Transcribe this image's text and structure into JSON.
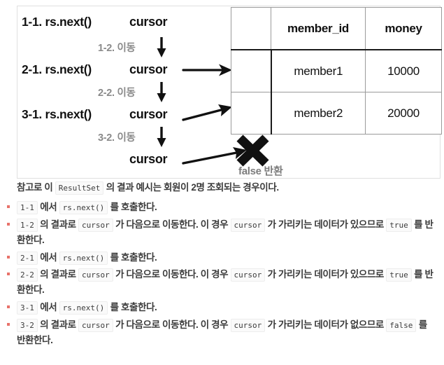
{
  "figure": {
    "steps": [
      {
        "label": "1-1. rs.next()"
      },
      {
        "label": "2-1. rs.next()"
      },
      {
        "label": "3-1. rs.next()"
      }
    ],
    "moves": [
      {
        "label": "1-2. 이동"
      },
      {
        "label": "2-2. 이동"
      },
      {
        "label": "3-2. 이동"
      }
    ],
    "cursor_labels": [
      "cursor",
      "cursor",
      "cursor",
      "cursor"
    ],
    "false_return_label": "false 반환",
    "x_mark_icon": "x-mark-icon",
    "down_arrow_icon": "down-arrow-icon",
    "right_arrow_icon": "right-arrow-icon",
    "colors": {
      "gray_text": "#8a8a8a",
      "black_text": "#111111",
      "border": "#e0e0e0",
      "table_border": "#9a9a9a",
      "table_heavy_border": "#1a1a1a",
      "bullet": "#e8726a"
    }
  },
  "table": {
    "headers": [
      "",
      "member_id",
      "money"
    ],
    "rows": [
      [
        "",
        "member1",
        "10000"
      ],
      [
        "",
        "member2",
        "20000"
      ]
    ]
  },
  "prose": {
    "intro": {
      "before": "참고로 이",
      "code": "ResultSet",
      "after": "의 결과 예시는 회원이 2명 조회되는 경우이다."
    },
    "bullets": [
      {
        "parts": [
          {
            "type": "code",
            "text": "1-1"
          },
          {
            "type": "text",
            "text": "에서"
          },
          {
            "type": "code",
            "text": "rs.next()"
          },
          {
            "type": "text",
            "text": "를 호출한다."
          }
        ]
      },
      {
        "parts": [
          {
            "type": "code",
            "text": "1-2"
          },
          {
            "type": "text",
            "text": "의 결과로"
          },
          {
            "type": "code",
            "text": "cursor"
          },
          {
            "type": "text",
            "text": "가 다음으로 이동한다. 이 경우"
          },
          {
            "type": "code",
            "text": "cursor"
          },
          {
            "type": "text",
            "text": "가 가리키는 데이터가 있으므로"
          },
          {
            "type": "code",
            "text": "true"
          },
          {
            "type": "text",
            "text": "를 반환한다."
          }
        ]
      },
      {
        "parts": [
          {
            "type": "code",
            "text": "2-1"
          },
          {
            "type": "text",
            "text": "에서"
          },
          {
            "type": "code",
            "text": "rs.next()"
          },
          {
            "type": "text",
            "text": "를 호출한다."
          }
        ]
      },
      {
        "parts": [
          {
            "type": "code",
            "text": "2-2"
          },
          {
            "type": "text",
            "text": "의 결과로"
          },
          {
            "type": "code",
            "text": "cursor"
          },
          {
            "type": "text",
            "text": "가 다음으로 이동한다. 이 경우"
          },
          {
            "type": "code",
            "text": "cursor"
          },
          {
            "type": "text",
            "text": "가 가리키는 데이터가 있으므로"
          },
          {
            "type": "code",
            "text": "true"
          },
          {
            "type": "text",
            "text": "를 반환한다."
          }
        ]
      },
      {
        "parts": [
          {
            "type": "code",
            "text": "3-1"
          },
          {
            "type": "text",
            "text": "에서"
          },
          {
            "type": "code",
            "text": "rs.next()"
          },
          {
            "type": "text",
            "text": "를 호출한다."
          }
        ]
      },
      {
        "parts": [
          {
            "type": "code",
            "text": "3-2"
          },
          {
            "type": "text",
            "text": "의 결과로"
          },
          {
            "type": "code",
            "text": "cursor"
          },
          {
            "type": "text",
            "text": "가 다음으로 이동한다. 이 경우"
          },
          {
            "type": "code",
            "text": "cursor"
          },
          {
            "type": "text",
            "text": "가 가리키는 데이터가 없으므로"
          },
          {
            "type": "code",
            "text": "false"
          },
          {
            "type": "text",
            "text": "를 반환한다."
          }
        ]
      }
    ]
  }
}
